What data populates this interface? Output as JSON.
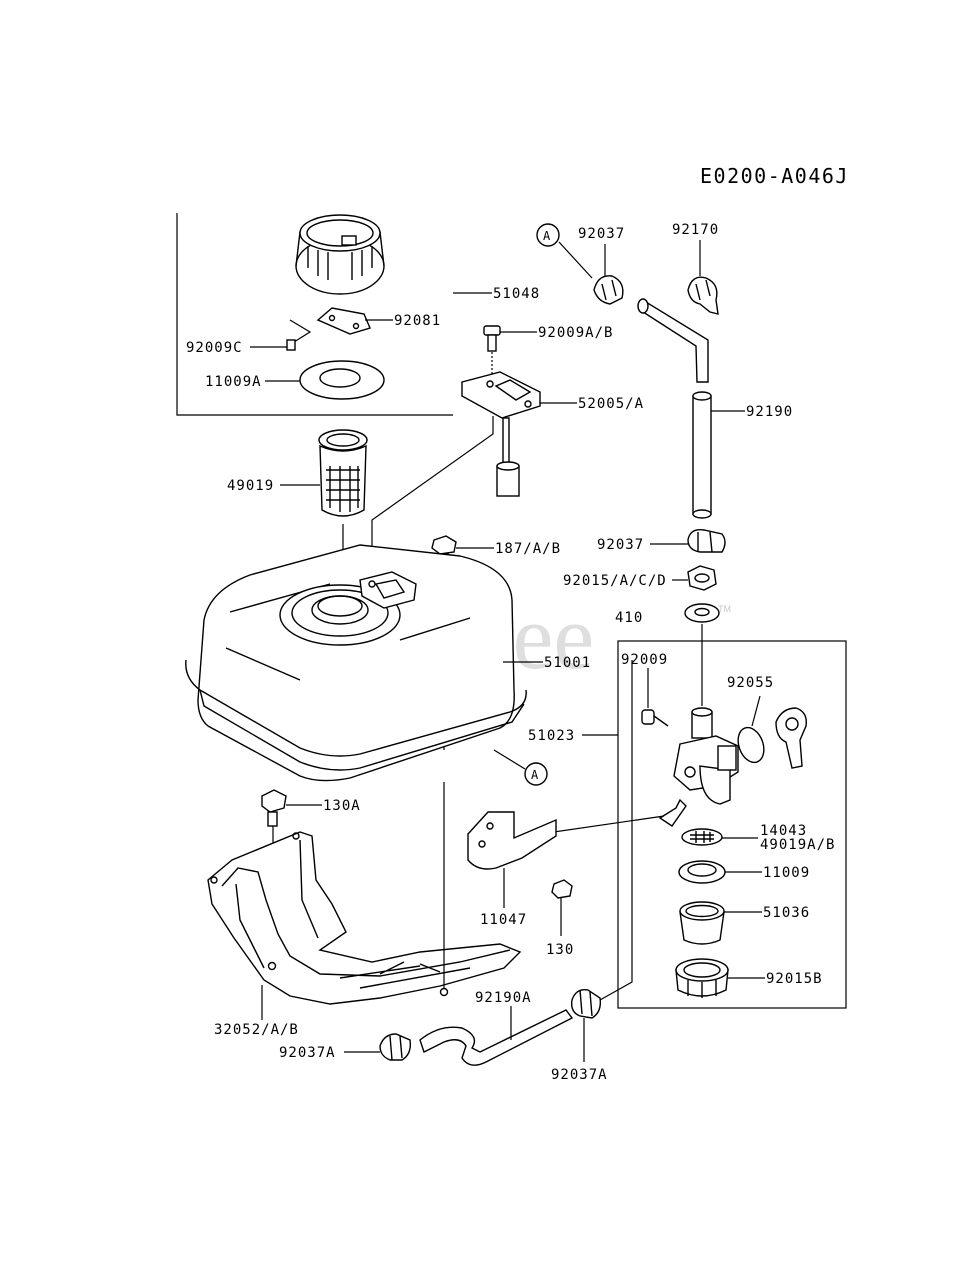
{
  "diagram": {
    "code": "E0200-A046J",
    "watermark": "PartsTree",
    "watermark_tm": "TM",
    "ref_marker": "A",
    "labels": {
      "p51048": "51048",
      "p92081": "92081",
      "p92009C": "92009C",
      "p11009A": "11009A",
      "p92037_top": "92037",
      "p92170": "92170",
      "p92009AB": "92009A/B",
      "p52005A": "52005/A",
      "p92190": "92190",
      "p49019": "49019",
      "p187AB": "187/A/B",
      "p92037_mid": "92037",
      "p92015ACD": "92015/A/C/D",
      "p410": "410",
      "p51001": "51001",
      "p92009": "92009",
      "p92055": "92055",
      "p51023": "51023",
      "p130A": "130A",
      "p14043": "14043",
      "p49019AB": "49019A/B",
      "p11009": "11009",
      "p11047": "11047",
      "p51036": "51036",
      "p130": "130",
      "p92015B": "92015B",
      "p92190A": "92190A",
      "p32052AB": "32052/A/B",
      "p92037A_left": "92037A",
      "p92037A_right": "92037A"
    }
  }
}
